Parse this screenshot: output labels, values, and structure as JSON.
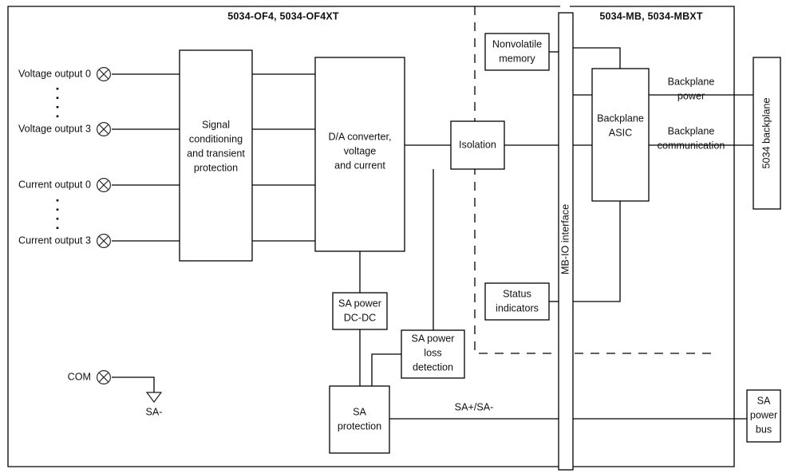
{
  "diagram": {
    "title_left": "5034-OF4, 5034-OF4XT",
    "title_right": "5034-MB, 5034-MBXT",
    "ports": [
      {
        "label": "Voltage output 0"
      },
      {
        "label": "Voltage output 3"
      },
      {
        "label": "Current output 0"
      },
      {
        "label": "Current output 3"
      },
      {
        "label": "COM"
      }
    ],
    "blocks": {
      "signal_conditioning": {
        "line1": "Signal",
        "line2": "conditioning",
        "line3": "and transient",
        "line4": "protection"
      },
      "da_converter": {
        "line1": "D/A converter,",
        "line2": "voltage",
        "line3": "and current"
      },
      "isolation": {
        "line1": "Isolation"
      },
      "nonvolatile_memory": {
        "line1": "Nonvolatile",
        "line2": "memory"
      },
      "status_indicators": {
        "line1": "Status",
        "line2": "indicators"
      },
      "mb_io_interface": {
        "line1": "MB-IO interface"
      },
      "backplane_asic": {
        "line1": "Backplane",
        "line2": "ASIC"
      },
      "backplane_5034": {
        "line1": "5034 backplane"
      },
      "sa_power_dcdc": {
        "line1": "SA power",
        "line2": "DC-DC"
      },
      "sa_power_loss_detection": {
        "line1": "SA power",
        "line2": "loss",
        "line3": "detection"
      },
      "sa_protection": {
        "line1": "SA",
        "line2": "protection"
      },
      "sa_power_bus": {
        "line1": "SA",
        "line2": "power",
        "line3": "bus"
      }
    },
    "wire_labels": {
      "backplane_power": {
        "line1": "Backplane",
        "line2": "power"
      },
      "backplane_communication": {
        "line1": "Backplane",
        "line2": "communication"
      },
      "sa_plus_minus": "SA+/SA-",
      "sa_minus": "SA-"
    },
    "colors": {
      "stroke": "#000000",
      "text": "#111111",
      "background": "#ffffff"
    }
  }
}
